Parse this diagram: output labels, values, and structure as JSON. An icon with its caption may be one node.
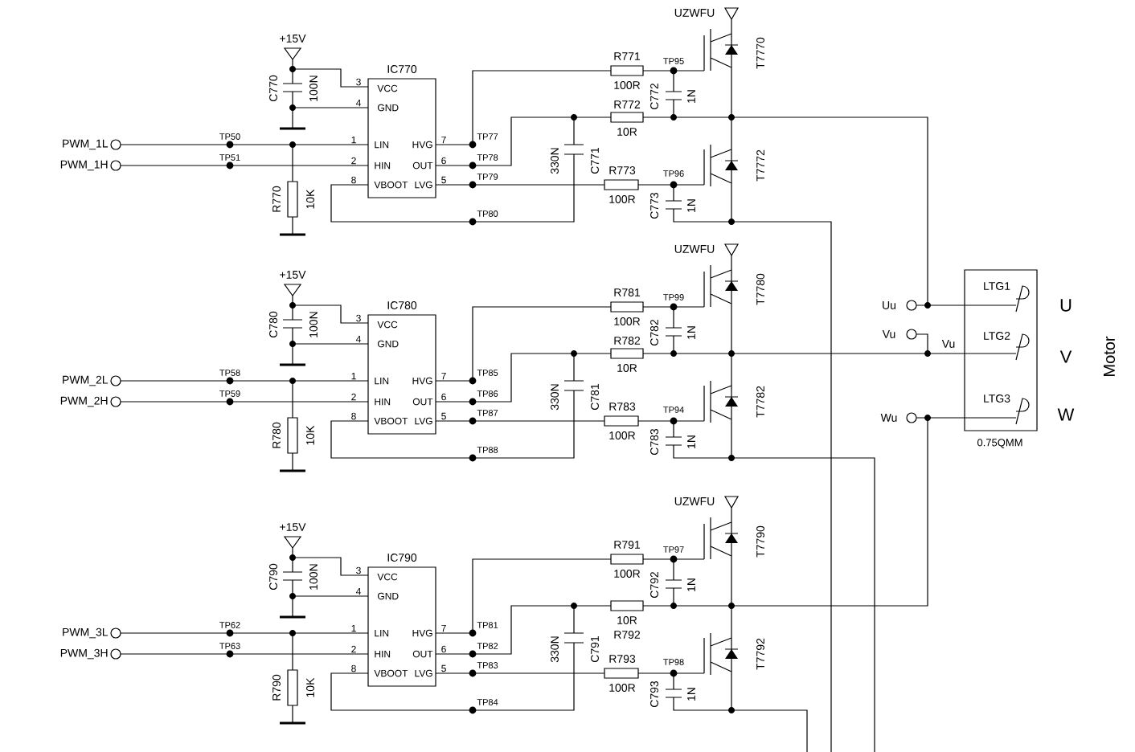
{
  "diagram": {
    "nodes": [
      {
        "text": [
          "IC770",
          "VCC",
          "GND",
          "LIN",
          "HIN",
          "VBOOT",
          "HVG",
          "OUT",
          "LVG"
        ]
      },
      {
        "text": [
          "IC780",
          "VCC",
          "GND",
          "LIN",
          "HIN",
          "VBOOT",
          "HVG",
          "OUT",
          "LVG"
        ]
      },
      {
        "text": [
          "IC790",
          "VCC",
          "GND",
          "LIN",
          "HIN",
          "VBOOT",
          "HVG",
          "OUT",
          "LVG"
        ]
      },
      {
        "text": [
          "LTG1",
          "LTG2",
          "LTG3"
        ],
        "beside": [
          "0.75QMM"
        ]
      }
    ],
    "labels": [
      "+15V",
      "C770",
      "100N",
      "PWM_1L",
      "PWM_1H",
      "TP50",
      "TP51",
      "1",
      "2",
      "3",
      "4",
      "8",
      "7",
      "6",
      "5",
      "TP77",
      "TP78",
      "TP79",
      "TP80",
      "R770",
      "10K",
      "C771",
      "330N",
      "UZWFU",
      "R771",
      "100R",
      "TP95",
      "C772",
      "1N",
      "R772",
      "10R",
      "R773",
      "100R",
      "TP96",
      "C773",
      "1N",
      "T7770",
      "T7772",
      "+15V",
      "C780",
      "100N",
      "PWM_2L",
      "PWM_2H",
      "TP58",
      "TP59",
      "1",
      "2",
      "3",
      "4",
      "8",
      "7",
      "6",
      "5",
      "TP85",
      "TP86",
      "TP87",
      "TP88",
      "R780",
      "10K",
      "C781",
      "330N",
      "UZWFU",
      "R781",
      "100R",
      "TP99",
      "C782",
      "1N",
      "R782",
      "10R",
      "R783",
      "100R",
      "TP94",
      "C783",
      "1N",
      "T7780",
      "T7782",
      "+15V",
      "C790",
      "100N",
      "PWM_3L",
      "PWM_3H",
      "TP62",
      "TP63",
      "1",
      "2",
      "3",
      "4",
      "8",
      "7",
      "6",
      "5",
      "TP81",
      "TP82",
      "TP83",
      "TP84",
      "R790",
      "10K",
      "C791",
      "330N",
      "UZWFU",
      "R791",
      "100R",
      "TP97",
      "C792",
      "1N",
      "R792",
      "10R",
      "R793",
      "100R",
      "TP98",
      "C793",
      "1N",
      "T7790",
      "T7792",
      "Uu",
      "Vu",
      "Vu",
      "Wu",
      "U",
      "V",
      "W",
      "Motor"
    ]
  }
}
